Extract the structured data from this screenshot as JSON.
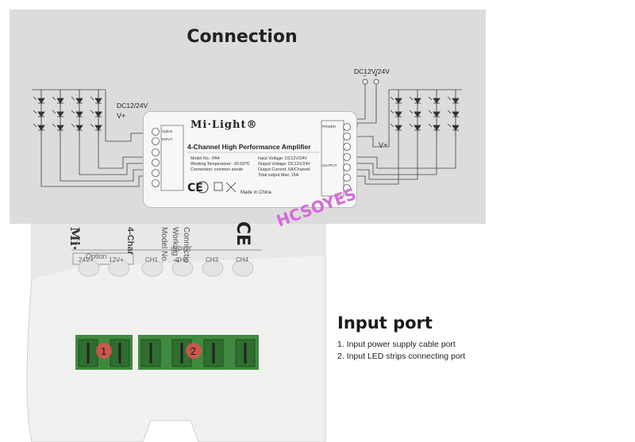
{
  "diagram": {
    "title": "Connection",
    "power_label_left": "DC12/24V",
    "power_label_right": "DC12V/24V",
    "v_plus": "V+",
    "minus": "−",
    "plus": "+",
    "device": {
      "brand": "Mi·Light®",
      "name": "4-Channel High Performance Amplifier",
      "model": "Model No.: PA4",
      "working_temp": "Working Temperature: -20-60℃",
      "connection": "Connection: common anode",
      "input_voltage": "Input Voltage: DC12V/24V",
      "output_voltage": "Output Voltage: DC12V/24V",
      "output_current": "Output Current: 6A/Channel",
      "total_output": "Total output Max: 15A",
      "made_in": "Made in China",
      "ce": "CE",
      "input_block_label": "INPUT",
      "option_label": "Option",
      "power_block_label": "POWER",
      "output_block_label": "OUTPUT"
    }
  },
  "watermark": "HCSOYES",
  "photo": {
    "brand_partial": "Mi·",
    "name_partial": "4-Char",
    "vertical_text_1": "Model No.",
    "vertical_text_2": "Working T",
    "vertical_text_3": "Connectio",
    "ce": "CE",
    "option": "Option",
    "input": "INPUT",
    "labels": [
      "24V+",
      "12V+",
      "CH1",
      "CH2",
      "CH3",
      "CH4"
    ],
    "marker_1": "1",
    "marker_2": "2"
  },
  "input_port": {
    "title": "Input port",
    "items": [
      "1. Input power supply cable port",
      "2. Input LED strips connecting port"
    ]
  },
  "colors": {
    "panel": "#dcdcdc",
    "terminal_green": "#3f8a3f",
    "marker_red": "#e05050",
    "watermark": "#d66adb"
  }
}
